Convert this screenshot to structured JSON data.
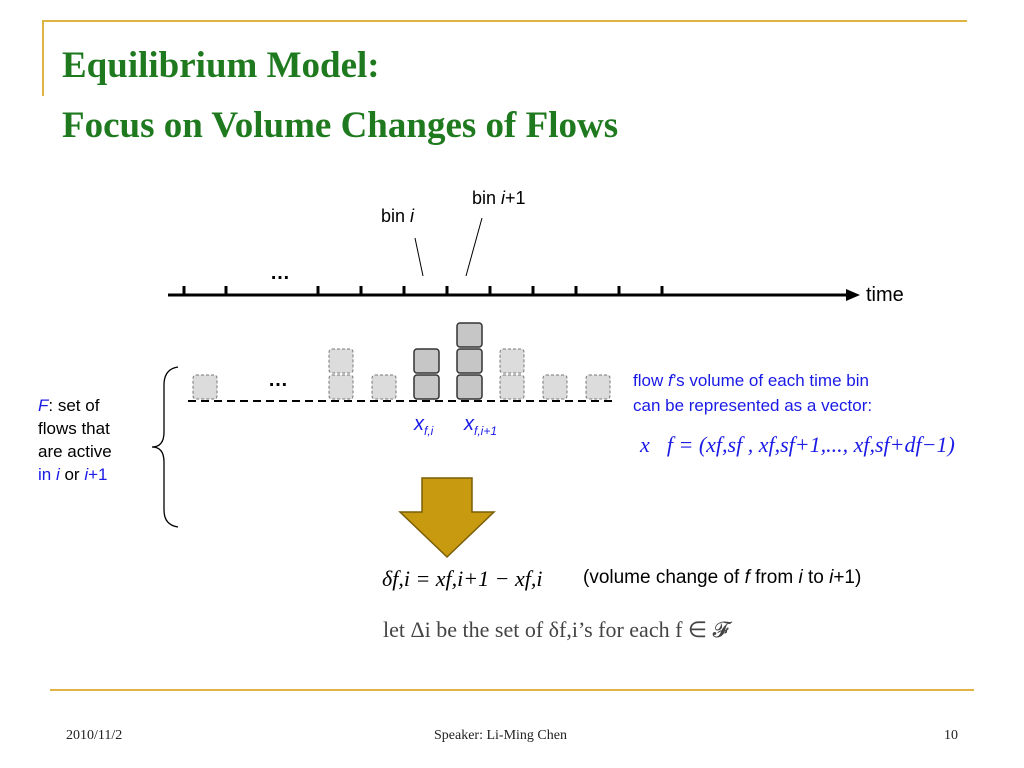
{
  "slide": {
    "title_line1": "Equilibrium Model:",
    "title_line2": "Focus on Volume Changes of Flows"
  },
  "diagram": {
    "bin_i_label": "bin ",
    "bin_i_var": "i",
    "bin_i1_label": "bin ",
    "bin_i1_var": "i",
    "bin_i1_suffix": "+1",
    "dots_timeline": "…",
    "dots_boxes": "…",
    "time_label": "time",
    "x_fi": "x",
    "x_fi_sub": "f,i",
    "x_fi1": "x",
    "x_fi1_sub": "f,i+1"
  },
  "flows_note": {
    "F_var": "F",
    "line1": ": set of",
    "line2": "flows that",
    "line3": "are active",
    "line4_prefix": "in ",
    "line4_i": "i",
    "line4_or": " or ",
    "line4_i1": "i",
    "line4_suffix": "+1"
  },
  "vector_note": {
    "line1_prefix": "flow ",
    "line1_f": "f",
    "line1_suffix": "’s volume of each time bin",
    "line2": "can be represented as a vector:",
    "formula": "x⃗f = (xf,sf , xf,sf+1,..., xf,sf+df−1)"
  },
  "delta": {
    "formula": "δf,i = xf,i+1 − xf,i",
    "explain_prefix": "(volume change of ",
    "explain_f": "f",
    "explain_from": " from ",
    "explain_i": "i",
    "explain_to": " to ",
    "explain_i1": "i",
    "explain_suffix": "+1)",
    "let_line": "let Δi be the set of δf,i’s for each f ∈ 𝓕"
  },
  "footer": {
    "date": "2010/11/2",
    "speaker": "Speaker: Li-Ming Chen",
    "page": "10"
  },
  "colors": {
    "title": "#1f7a1f",
    "accent": "#e0b443",
    "arrow_fill": "#c79a10",
    "blue_text": "#1a1ae6"
  }
}
